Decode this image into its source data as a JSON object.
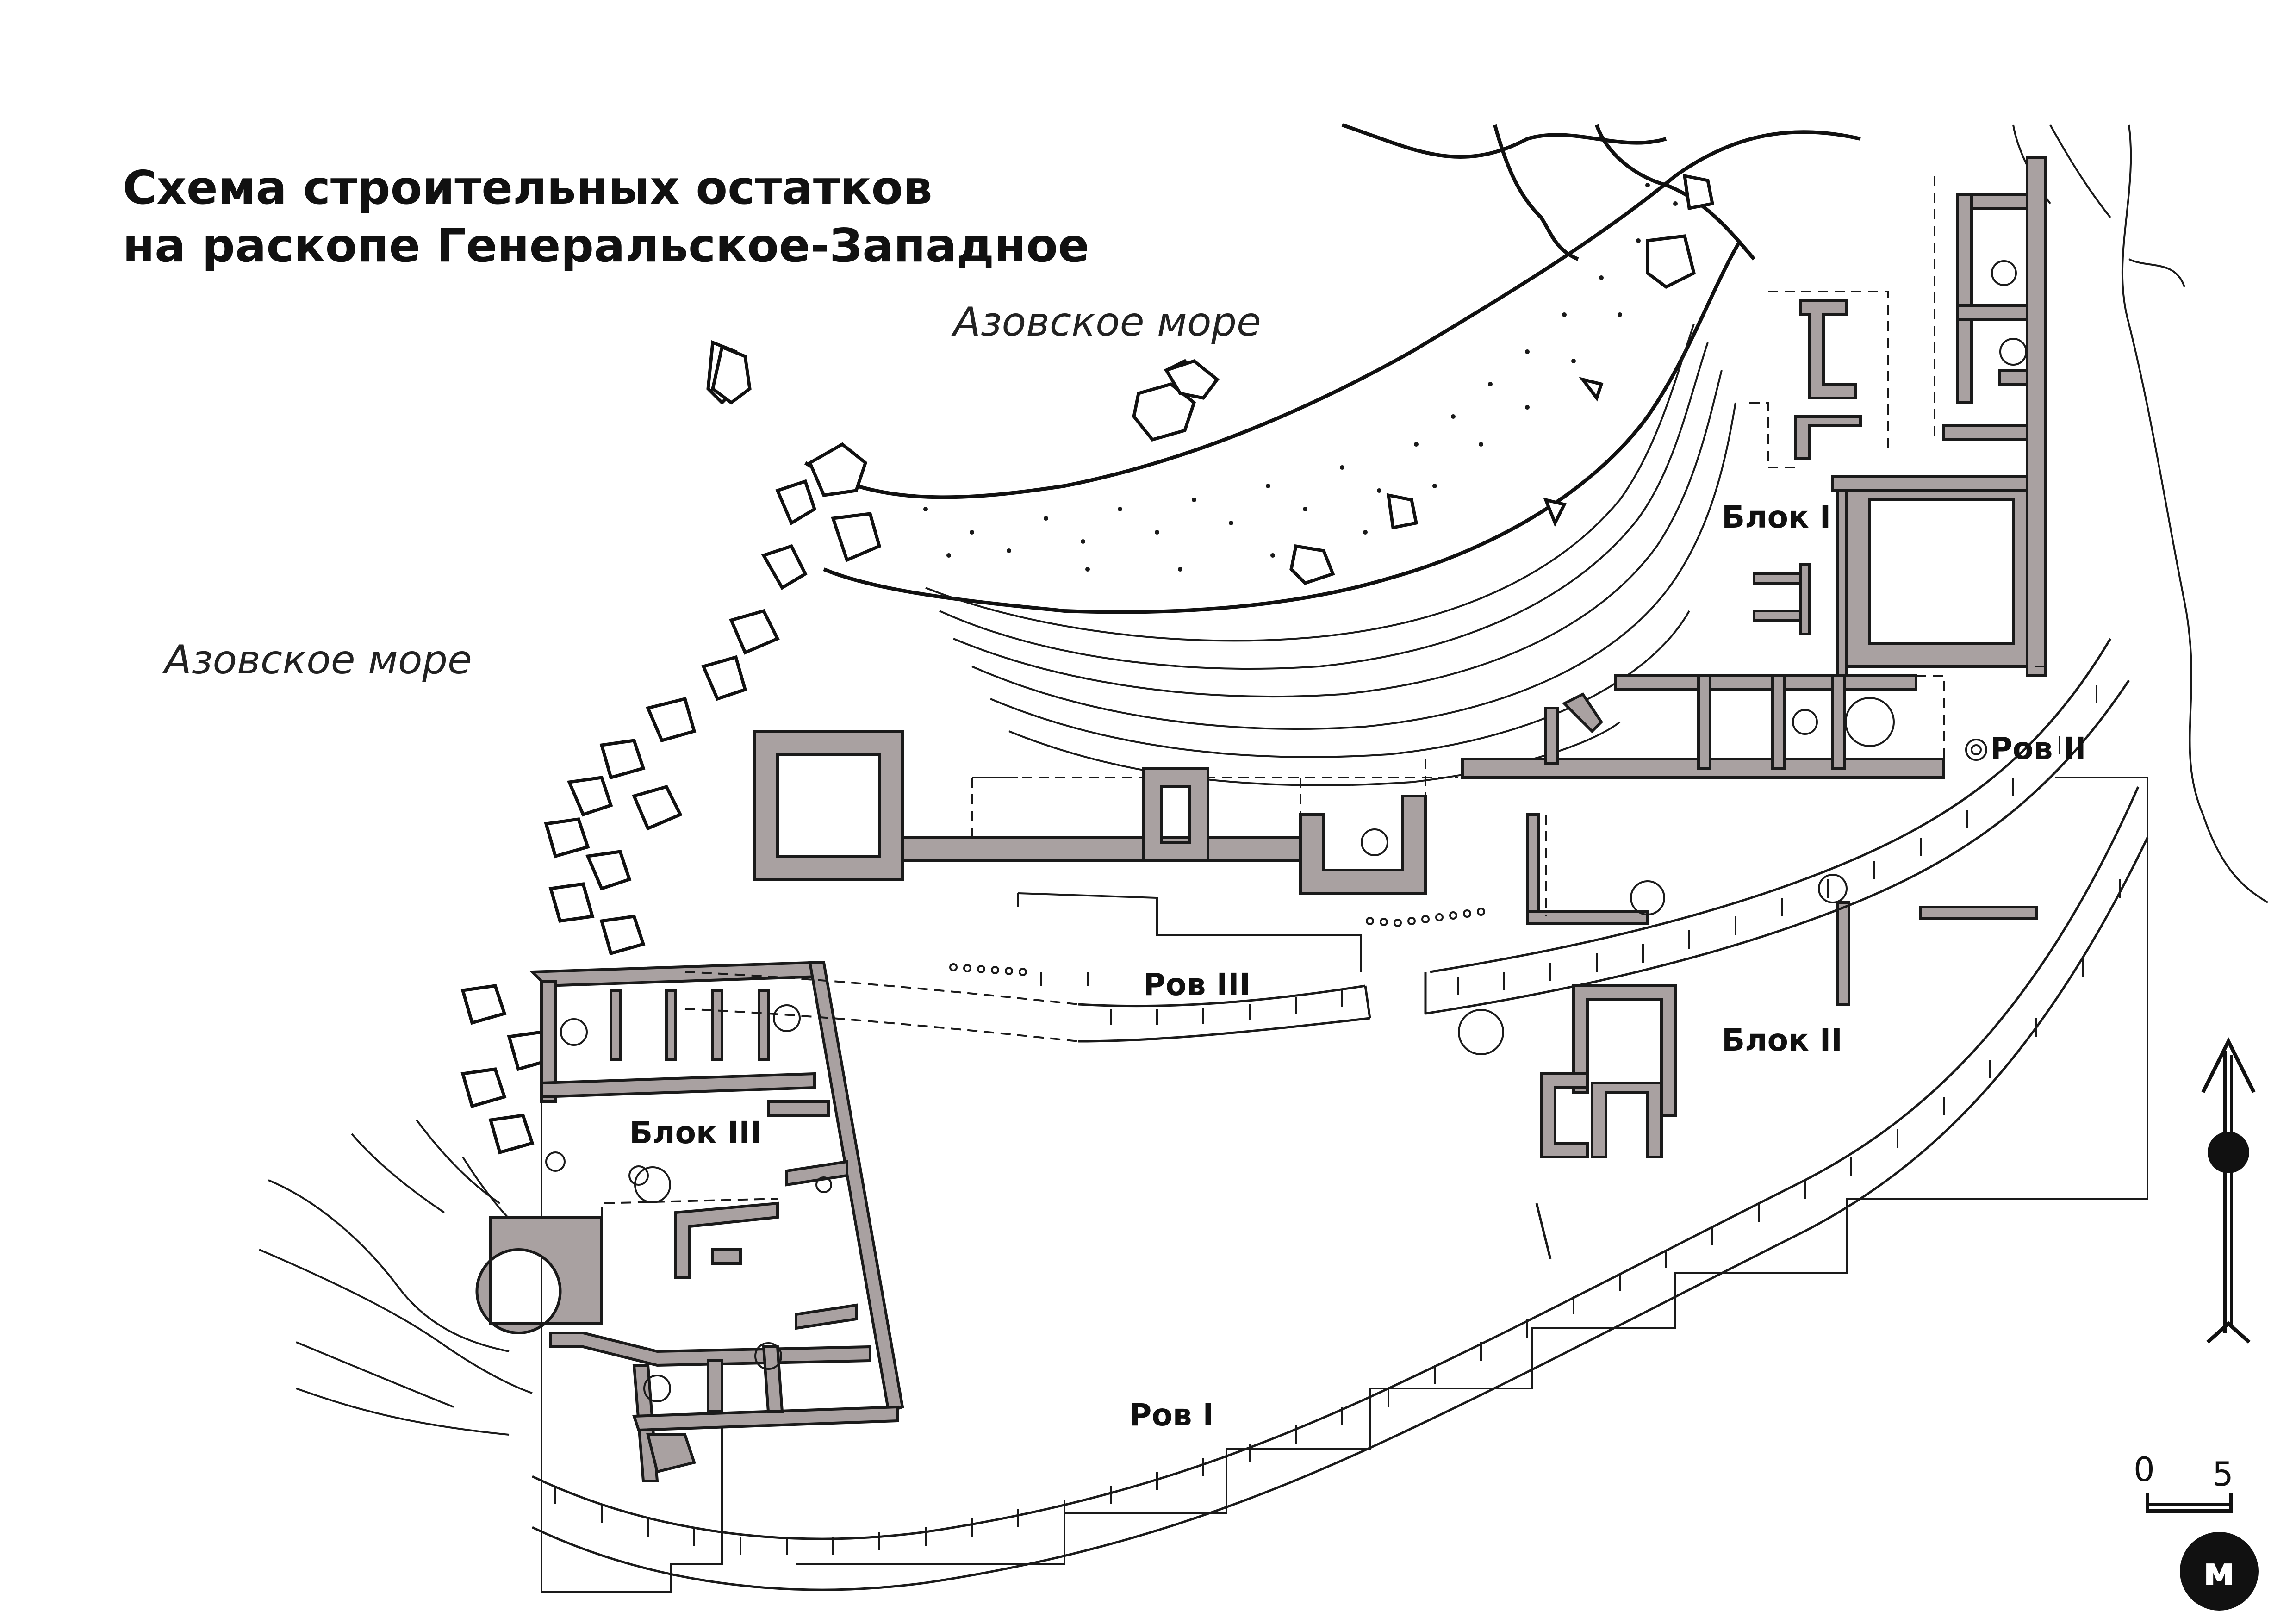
{
  "title": {
    "line1": "Схема строительных остатков",
    "line2": "на раскопе Генеральское-Западное"
  },
  "sea_labels": {
    "north": "Азовское море",
    "west": "Азовское море"
  },
  "blocks": {
    "block1": "Блок I",
    "block2": "Блок II",
    "block3": "Блок III"
  },
  "ditches": {
    "ditch1": "Ров I",
    "ditch2": "Ров II",
    "ditch3": "Ров III"
  },
  "scale": {
    "start": "0",
    "end": "5",
    "unit": "м"
  },
  "north_arrow": {
    "icon": "north-arrow-icon"
  },
  "colors": {
    "wall_fill": "#a9a1a1",
    "ink": "#111111",
    "background": "#ffffff"
  }
}
